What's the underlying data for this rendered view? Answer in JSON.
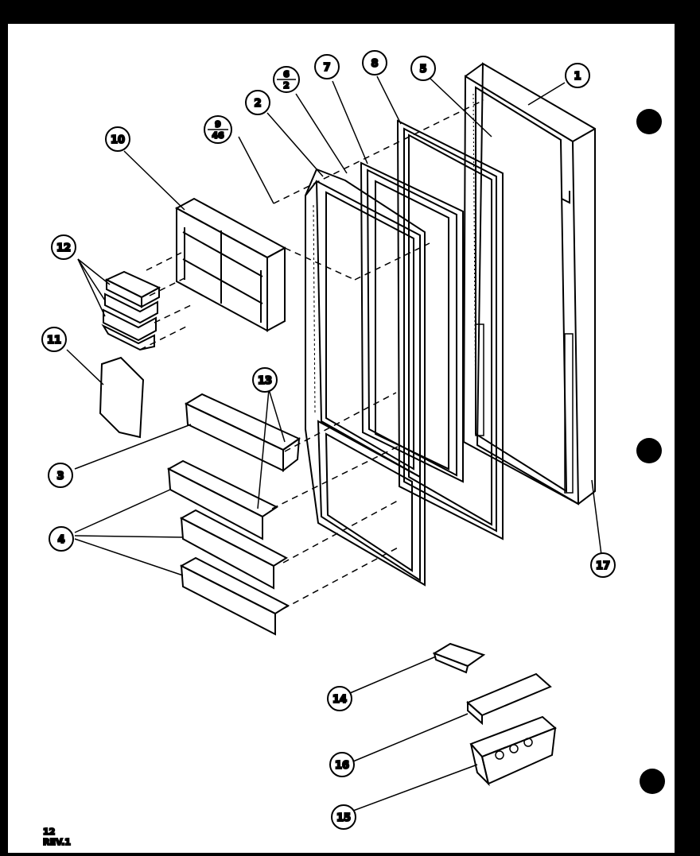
{
  "callouts": {
    "c1": "1",
    "c2": "2",
    "c3": "3",
    "c4": "4",
    "c5": "5",
    "c6": "6",
    "c6_den": "2",
    "c7": "7",
    "c8": "8",
    "c9": "9",
    "c9_den": "46",
    "c10": "10",
    "c11": "11",
    "c12": "12",
    "c13": "13",
    "c14": "14",
    "c15": "15",
    "c16": "16",
    "c17": "17"
  },
  "footer": {
    "page": "12",
    "rev": "REV.1"
  }
}
